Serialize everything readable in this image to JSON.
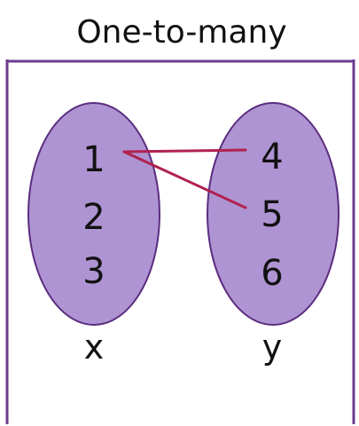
{
  "title": "One-to-many",
  "colors": {
    "frame": "#6e3b8f",
    "set_fill": "#ae94d2",
    "set_stroke": "#5c2d80",
    "arrow": "#b0224f",
    "text": "#111111"
  },
  "domain_set": {
    "label": "x",
    "elements": [
      "1",
      "2",
      "3"
    ]
  },
  "codomain_set": {
    "label": "y",
    "elements": [
      "4",
      "5",
      "6"
    ]
  },
  "mappings": [
    {
      "from": "1",
      "to": "4"
    },
    {
      "from": "1",
      "to": "5"
    }
  ]
}
